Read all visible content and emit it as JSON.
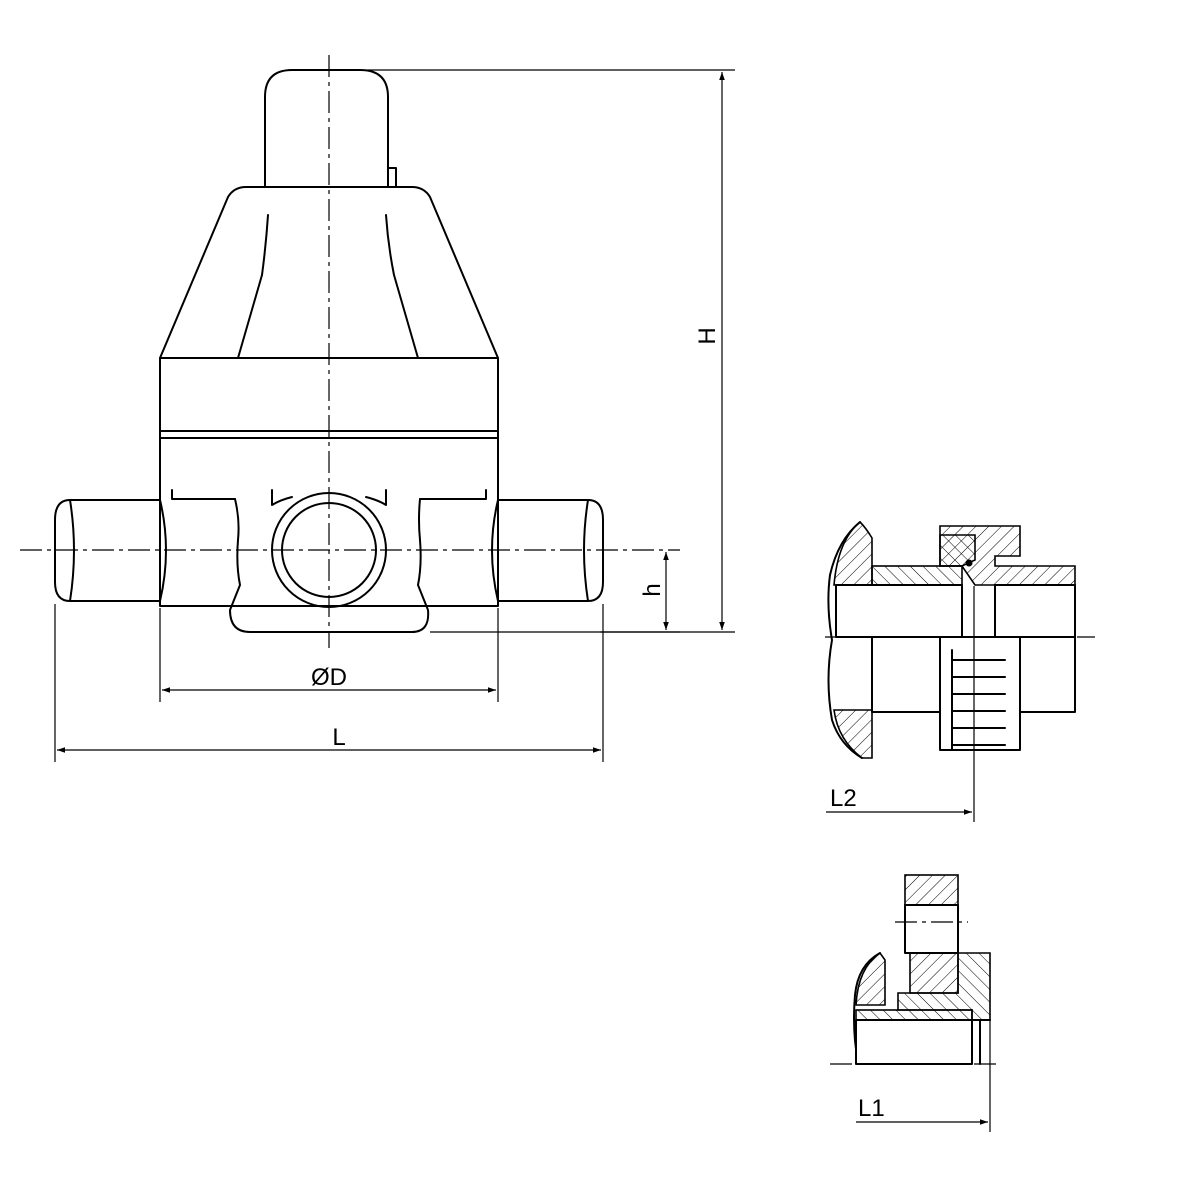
{
  "labels": {
    "H": "H",
    "h": "h",
    "D": "ØD",
    "L": "L",
    "L2": "L2",
    "L1": "L1"
  }
}
